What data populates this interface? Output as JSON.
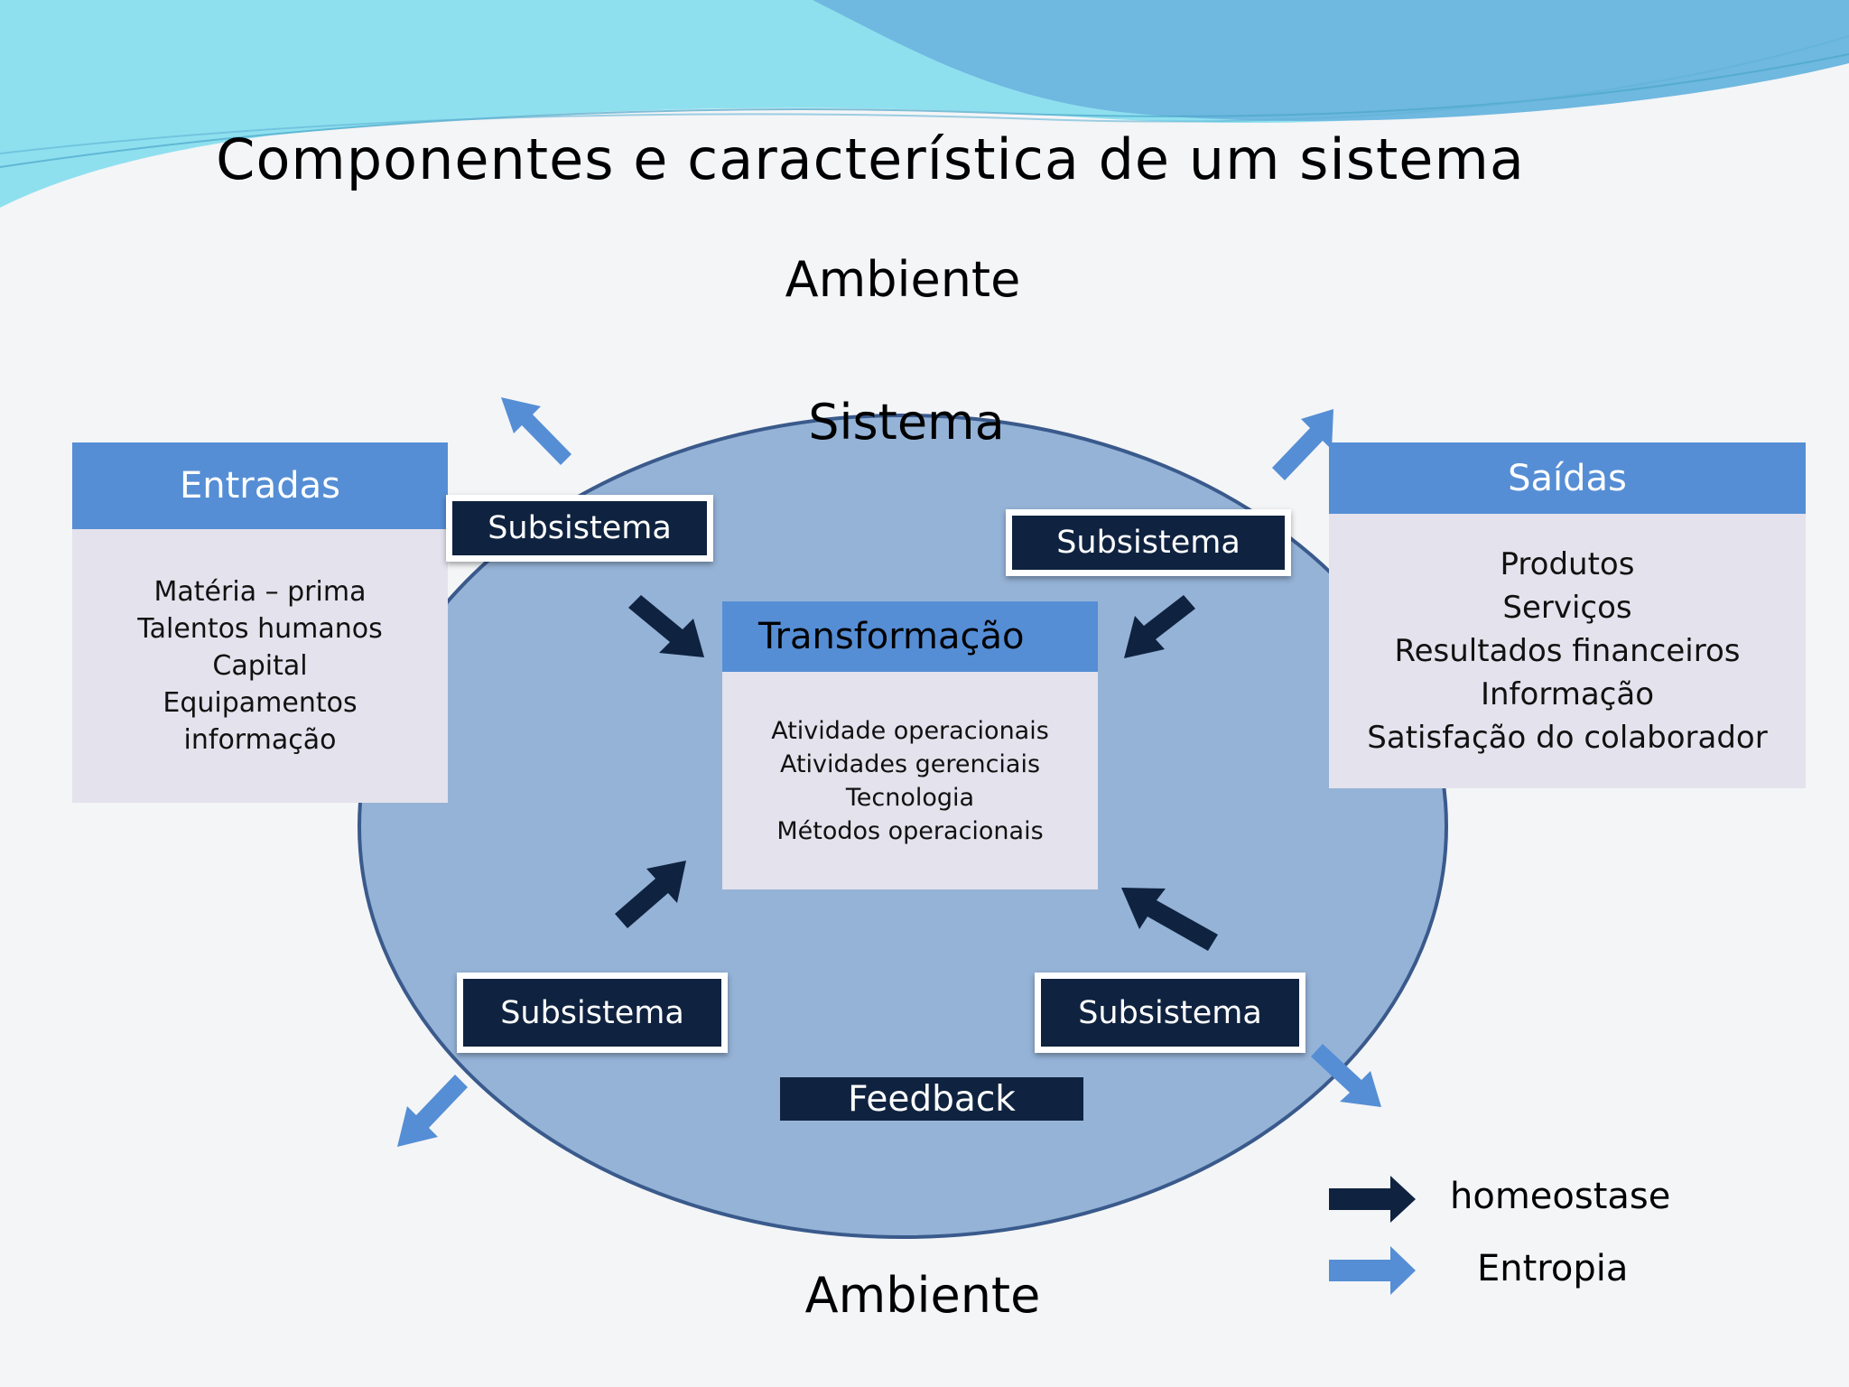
{
  "title": "Componentes e característica de um sistema",
  "ambiente_top": "Ambiente",
  "ambiente_bottom": "Ambiente",
  "sistema": "Sistema",
  "entradas": {
    "title": "Entradas",
    "items": [
      "Matéria – prima",
      "Talentos humanos",
      "Capital",
      "Equipamentos",
      "informação"
    ]
  },
  "saidas": {
    "title": "Saídas",
    "items": [
      "Produtos",
      "Serviços",
      "Resultados financeiros",
      "Informação",
      "Satisfação do colaborador"
    ]
  },
  "transformacao": {
    "title": "Transformação",
    "items": [
      "Atividade operacionais",
      "Atividades gerenciais",
      "Tecnologia",
      "Métodos operacionais"
    ]
  },
  "subsistemas": [
    "Subsistema",
    "Subsistema",
    "Subsistema",
    "Subsistema"
  ],
  "feedback": "Feedback",
  "legend": {
    "homeostase": "homeostase",
    "entropia": "Entropia"
  },
  "colors": {
    "circle_fill": "#95b3d7",
    "circle_stroke": "#3a5a8c",
    "dark_navy": "#0f2340",
    "accent_blue": "#558ed5",
    "panel_body": "#e4e2ec"
  }
}
